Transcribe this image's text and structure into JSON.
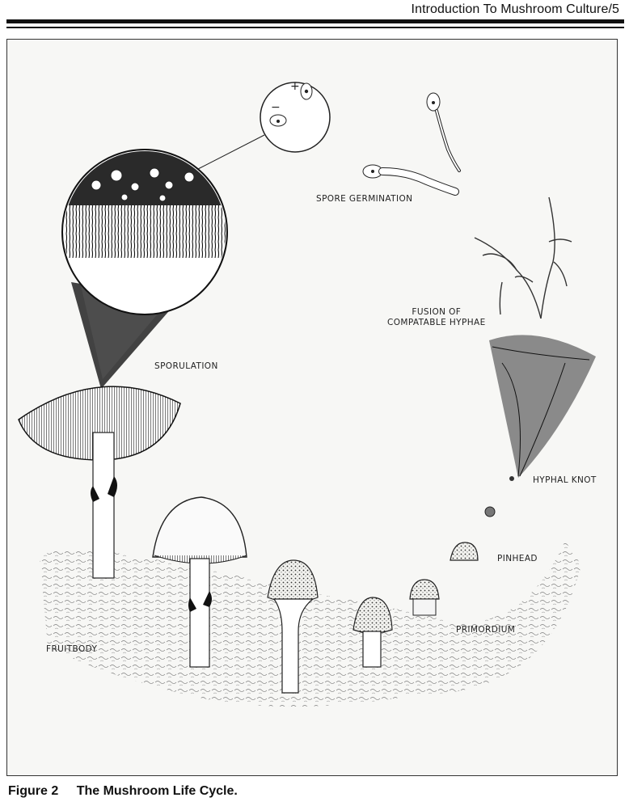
{
  "header": {
    "title": "Introduction To Mushroom Culture/5"
  },
  "figure": {
    "labels": {
      "spore_germination": "SPORE GERMINATION",
      "fusion_line1": "FUSION OF",
      "fusion_line2": "COMPATABLE HYPHAE",
      "sporulation": "SPORULATION",
      "hyphal_knot": "HYPHAL KNOT",
      "pinhead": "PINHEAD",
      "primordium": "PRIMORDIUM",
      "fruitbody": "FRUITBODY"
    },
    "spore_signs": {
      "plus": "+",
      "minus": "−"
    }
  },
  "caption": {
    "number": "Figure 2",
    "text": "The Mushroom Life Cycle."
  }
}
